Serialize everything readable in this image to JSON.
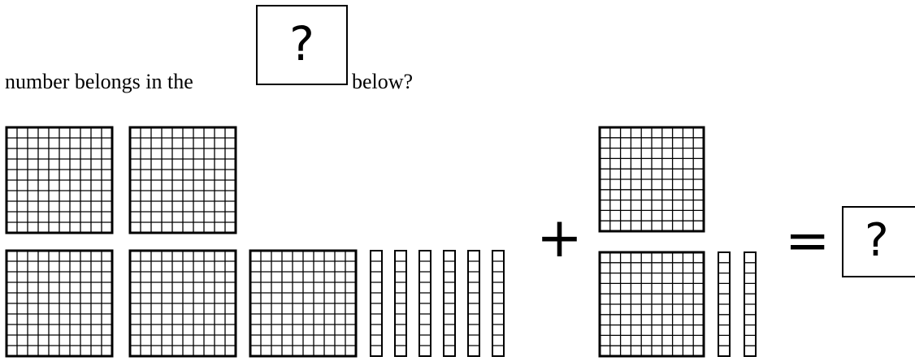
{
  "question": {
    "text_before": "number belongs in the",
    "box_symbol": "?",
    "text_after": "below?"
  },
  "equation": {
    "plus_sign": "+",
    "equals_sign": "=",
    "answer_symbol": "?"
  },
  "addend_1": {
    "hundreds_flats": 5,
    "tens_rods": 6
  },
  "addend_2": {
    "hundreds_flats": 2,
    "tens_rods": 2
  }
}
